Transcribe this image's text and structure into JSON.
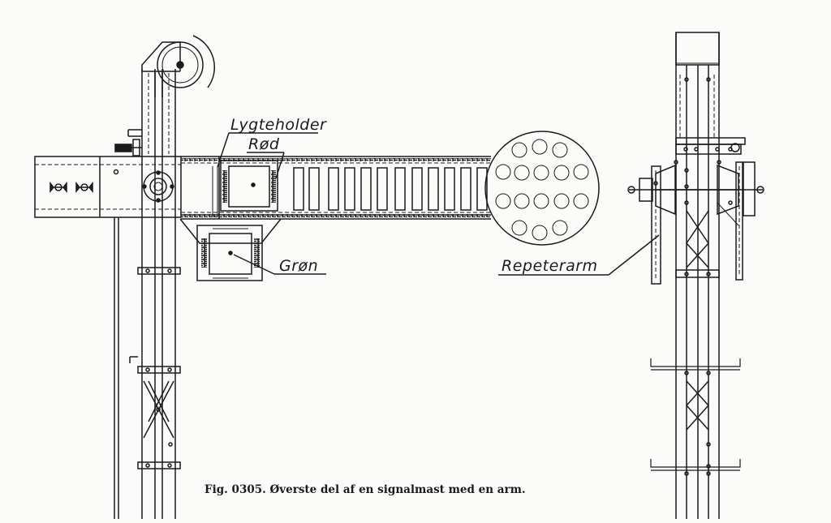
{
  "figure": {
    "caption": "Fig. 0305. Øverste del af en signalmast med en arm."
  },
  "labels": {
    "lamp_holder": "Lygteholder",
    "red": "Rød",
    "green": "Grøn",
    "repeater_arm": "Repeterarm"
  }
}
